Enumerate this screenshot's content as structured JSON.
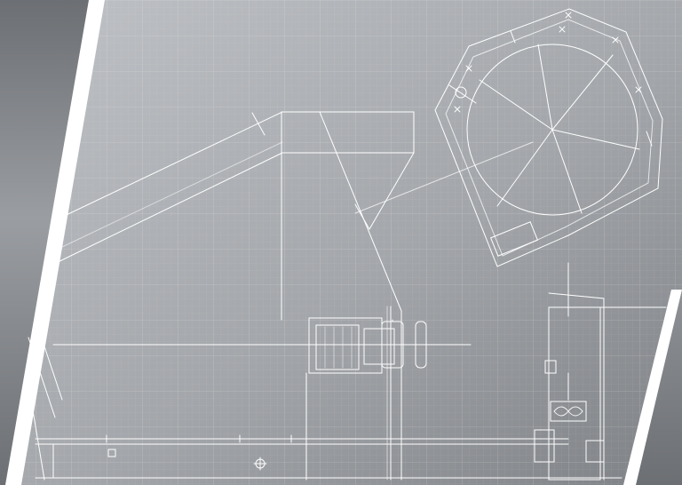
{
  "colors": {
    "panel_light": "#bfc2c6",
    "panel_mid": "#a3a6aa",
    "panel_dark": "#7e8185",
    "side_light": "#9a9da1",
    "side_dark": "#6c6f73",
    "grid_line": "#ffffff",
    "drawing_line": "#ffffff",
    "divider_stripe": "#ffffff"
  },
  "decorations": {
    "left_divider_stripe": true,
    "right_divider_stripe": true,
    "background_grid": true
  },
  "drawing": {
    "subject": "machine-blueprint",
    "parts": [
      "inclined-conveyor",
      "feed-hopper",
      "rotary-drum-housing",
      "drum-circle",
      "support-frame",
      "shaft-bearing-assembly",
      "control-cabinet",
      "base-rail"
    ]
  }
}
